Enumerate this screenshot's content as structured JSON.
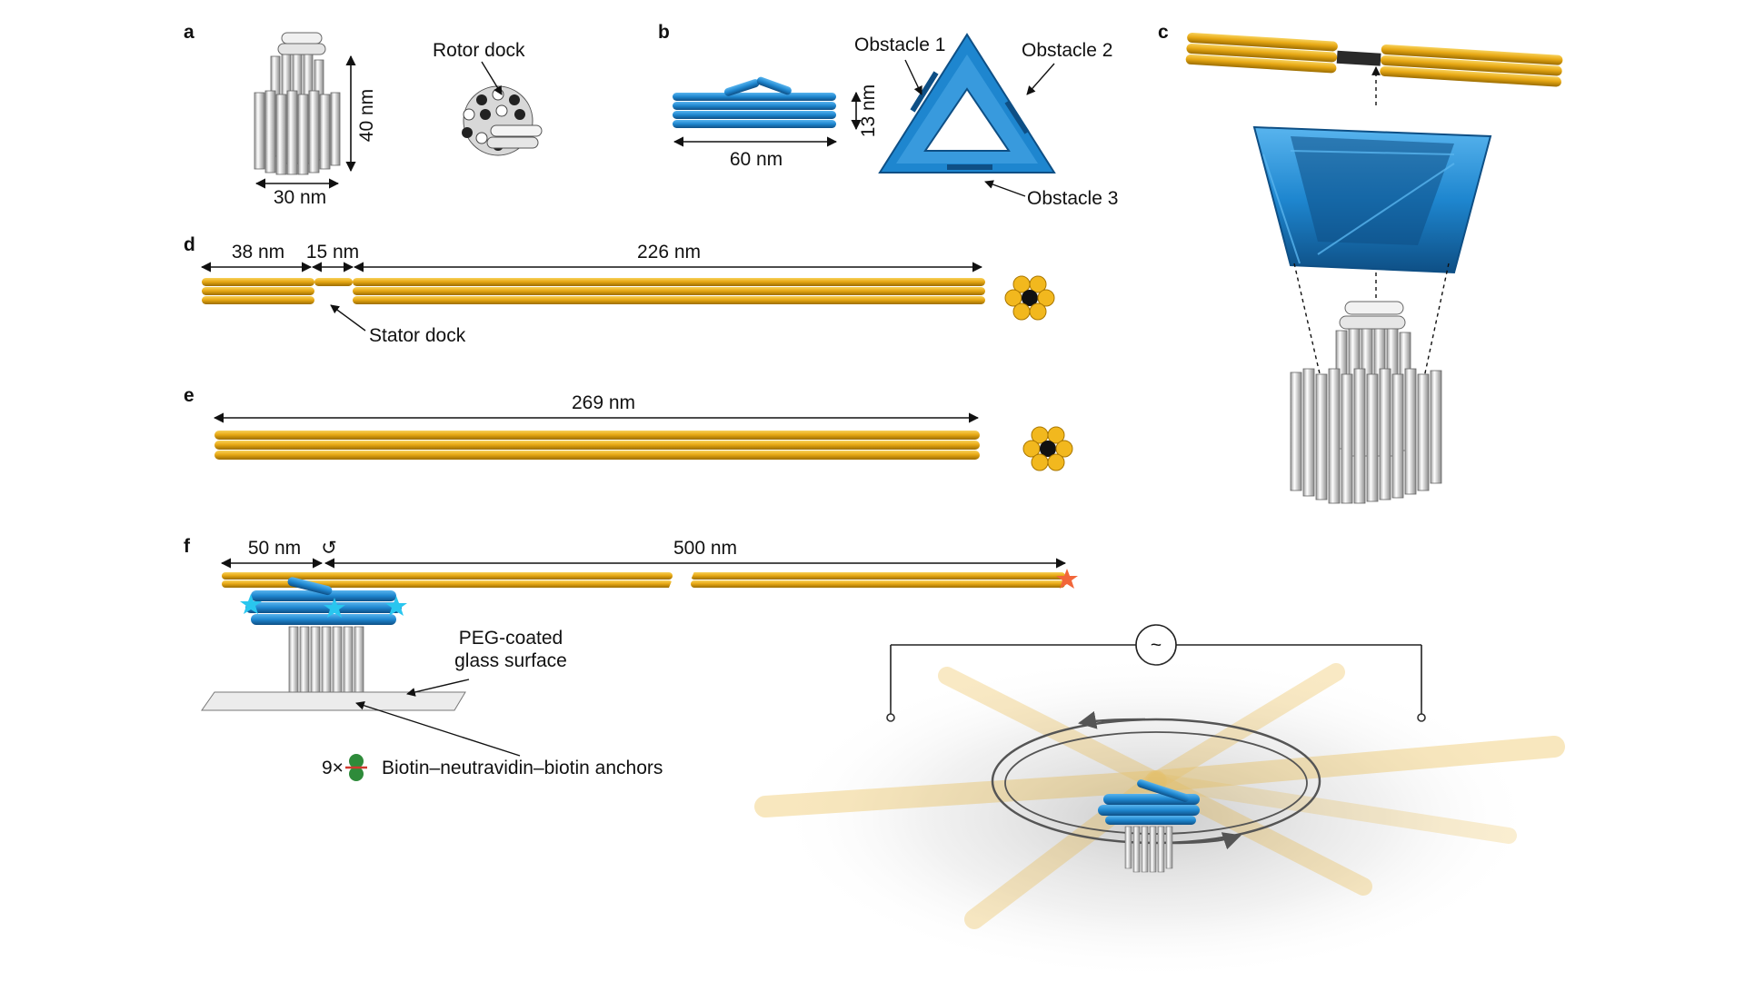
{
  "colors": {
    "gold": "#e8a915",
    "gold_dark": "#9c6d00",
    "gold_light": "#f7d15a",
    "blue": "#1e86cf",
    "blue_dark": "#0e4f85",
    "blue_light": "#58b4ee",
    "grey": "#e9e9e9",
    "grey_dark": "#7a7a7a",
    "star_cyan": "#29c6ef",
    "star_orange": "#f2663a",
    "anchor_green": "#2e8b3a",
    "anchor_red": "#cf3a2f"
  },
  "panels": {
    "a": {
      "label": "a",
      "height": "40 nm",
      "width": "30 nm",
      "rotor_dock": "Rotor dock"
    },
    "b": {
      "label": "b",
      "length": "60 nm",
      "height": "13 nm",
      "obstacle1": "Obstacle 1",
      "obstacle2": "Obstacle 2",
      "obstacle3": "Obstacle 3"
    },
    "c": {
      "label": "c"
    },
    "d": {
      "label": "d",
      "seg1": "38 nm",
      "seg2": "15 nm",
      "seg3": "226 nm",
      "stator_dock": "Stator dock"
    },
    "e": {
      "label": "e",
      "length": "269 nm"
    },
    "f": {
      "label": "f",
      "len1": "50 nm",
      "rotation_icon": "↺",
      "len2": "500 nm",
      "surface_line1": "PEG-coated",
      "surface_line2": "glass surface",
      "anchor_count": "9×",
      "anchors": "Biotin–neutravidin–biotin anchors"
    },
    "g": {
      "ac_symbol": "~"
    }
  }
}
